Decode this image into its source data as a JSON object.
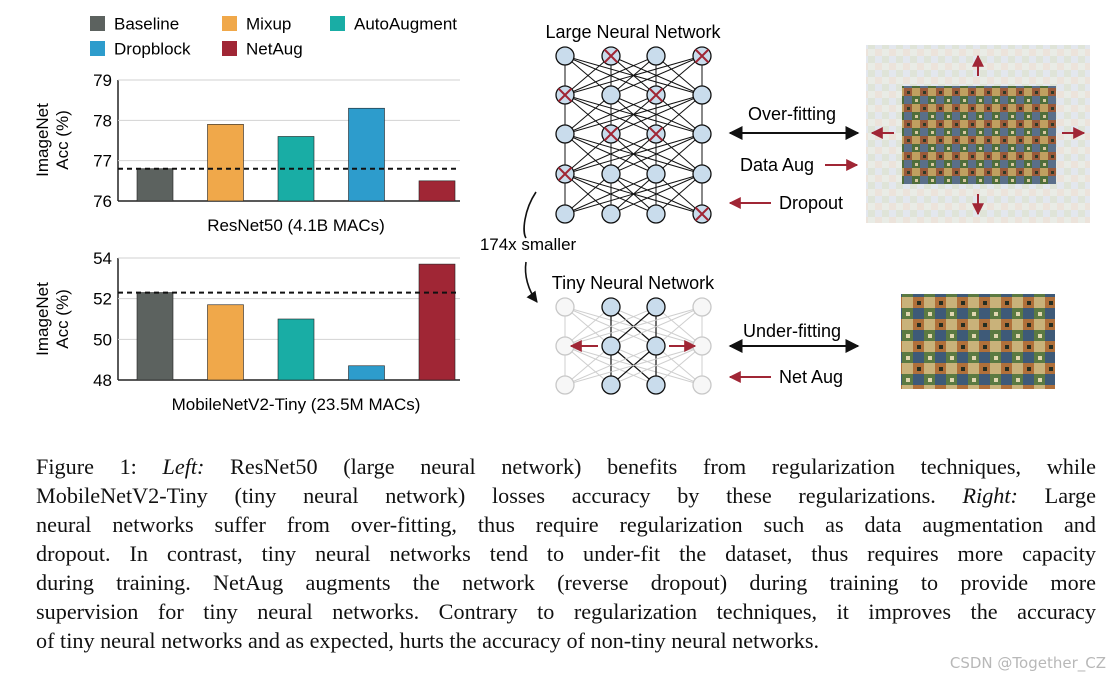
{
  "legend": [
    {
      "label": "Baseline",
      "color": "#5c625f"
    },
    {
      "label": "Mixup",
      "color": "#f0a84a"
    },
    {
      "label": "AutoAugment",
      "color": "#19ada5"
    },
    {
      "label": "Dropblock",
      "color": "#2d9ccc"
    },
    {
      "label": "NetAug",
      "color": "#a02635"
    }
  ],
  "chart_data": [
    {
      "type": "bar",
      "categories": [
        "Baseline",
        "Mixup",
        "AutoAugment",
        "Dropblock",
        "NetAug"
      ],
      "values": [
        76.8,
        77.9,
        77.6,
        78.3,
        76.5
      ],
      "ylabel": "ImageNet\nAcc (%)",
      "xlabel": "ResNet50 (4.1B MACs)",
      "ylim": [
        76,
        79
      ],
      "yticks": [
        76,
        77,
        78,
        79
      ],
      "baseline_reference": 76.8
    },
    {
      "type": "bar",
      "categories": [
        "Baseline",
        "Mixup",
        "AutoAugment",
        "Dropblock",
        "NetAug"
      ],
      "values": [
        52.3,
        51.7,
        51.0,
        48.7,
        53.7
      ],
      "ylabel": "ImageNet\nAcc (%)",
      "xlabel": "MobileNetV2-Tiny (23.5M MACs)",
      "ylim": [
        48,
        54
      ],
      "yticks": [
        48,
        50,
        52,
        54
      ],
      "baseline_reference": 52.3
    }
  ],
  "diagram": {
    "large_title": "Large Neural Network",
    "tiny_title": "Tiny Neural Network",
    "smaller_label": "174x smaller",
    "overfit_label": "Over-fitting",
    "data_aug_label": "Data Aug",
    "dropout_label": "Dropout",
    "underfit_label": "Under-fitting",
    "net_aug_label": "Net Aug"
  },
  "caption": {
    "l1_prefix": "Figure 1: ",
    "l1_left": "Left:",
    "l1_rest": "  ResNet50 (large neural network) benefits from regularization techniques, while",
    "l2_a": "MobileNetV2-Tiny (tiny neural network) losses accuracy by these regularizations. ",
    "l2_right": "Right:",
    "l2_b": " Large",
    "l3": "neural networks suffer from over-fitting, thus require regularization such as data augmentation and",
    "l4": "dropout. In contrast, tiny neural networks tend to under-fit the dataset, thus requires more capacity",
    "l5": "during training. NetAug augments the network (reverse dropout) during training to provide more",
    "l6": "supervision for tiny neural networks. Contrary to regularization techniques, it improves the accuracy",
    "l7": "of tiny neural networks and as expected, hurts the accuracy of non-tiny neural networks."
  },
  "watermark": "CSDN @Together_CZ"
}
